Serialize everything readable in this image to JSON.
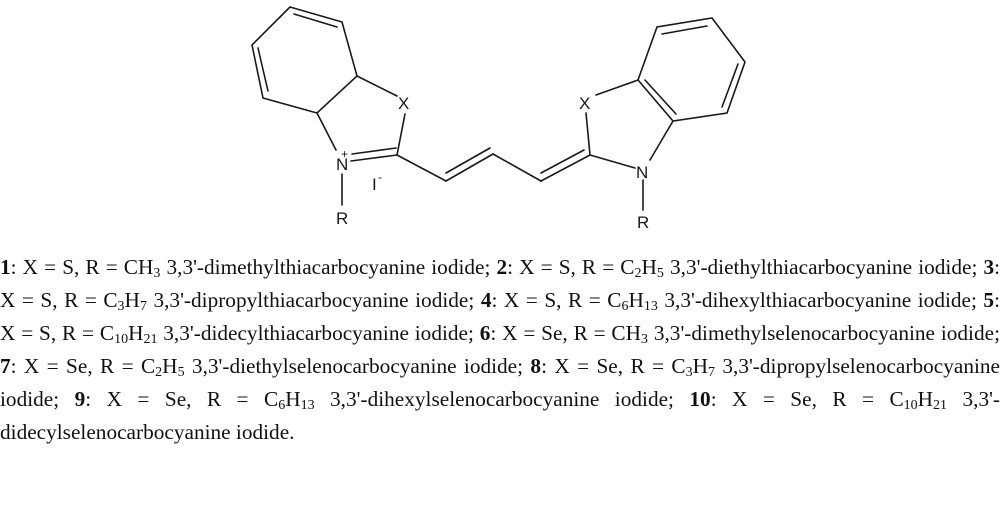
{
  "figure": {
    "structure": {
      "name": "cyanine dye general structure",
      "atoms": {
        "x_left": "X",
        "x_right": "X",
        "n_left": "N",
        "n_left_charge": "+",
        "n_right": "N",
        "r_left": "R",
        "r_right": "R",
        "counterion": "I",
        "counterion_charge": "-"
      }
    },
    "caption": {
      "entries": [
        {
          "num": "1",
          "x": "S",
          "r_base": "CH",
          "r_sub1": "",
          "r_h": "",
          "r_sub2": "3",
          "name": "3,3'-dimethylthiacarbocyanine iodide"
        },
        {
          "num": "2",
          "x": "S",
          "r_base": "C",
          "r_sub1": "2",
          "r_h": "H",
          "r_sub2": "5",
          "name": "3,3'-diethylthiacarbocyanine iodide"
        },
        {
          "num": "3",
          "x": "S",
          "r_base": "C",
          "r_sub1": "3",
          "r_h": "H",
          "r_sub2": "7",
          "name": "3,3'-dipropylthiacarbocyanine iodide"
        },
        {
          "num": "4",
          "x": "S",
          "r_base": "C",
          "r_sub1": "6",
          "r_h": "H",
          "r_sub2": "13",
          "name": "3,3'-dihexylthiacarbocyanine iodide"
        },
        {
          "num": "5",
          "x": "S",
          "r_base": "C",
          "r_sub1": "10",
          "r_h": "H",
          "r_sub2": "21",
          "name": "3,3'-didecylthiacarbocyanine iodide"
        },
        {
          "num": "6",
          "x": "Se",
          "r_base": "CH",
          "r_sub1": "",
          "r_h": "",
          "r_sub2": "3",
          "name": "3,3'-dimethylselenocarbocyanine iodide"
        },
        {
          "num": "7",
          "x": "Se",
          "r_base": "C",
          "r_sub1": "2",
          "r_h": "H",
          "r_sub2": "5",
          "name": "3,3'-diethylselenocarbocyanine iodide"
        },
        {
          "num": "8",
          "x": "Se",
          "r_base": "C",
          "r_sub1": "3",
          "r_h": "H",
          "r_sub2": "7",
          "name": "3,3'-dipropylselenocarbocyanine iodide"
        },
        {
          "num": "9",
          "x": "Se",
          "r_base": "C",
          "r_sub1": "6",
          "r_h": "H",
          "r_sub2": "13",
          "name": "3,3'-dihexylselenocarbocyanine iodide"
        },
        {
          "num": "10",
          "x": "Se",
          "r_base": "C",
          "r_sub1": "10",
          "r_h": "H",
          "r_sub2": "21",
          "name": "3,3'-didecylselenocarbocyanine iodide"
        }
      ],
      "labels": {
        "colon": ":",
        "x_eq": "X = ",
        "r_eq": ", R = ",
        "separator": "; ",
        "terminator": "."
      }
    }
  }
}
